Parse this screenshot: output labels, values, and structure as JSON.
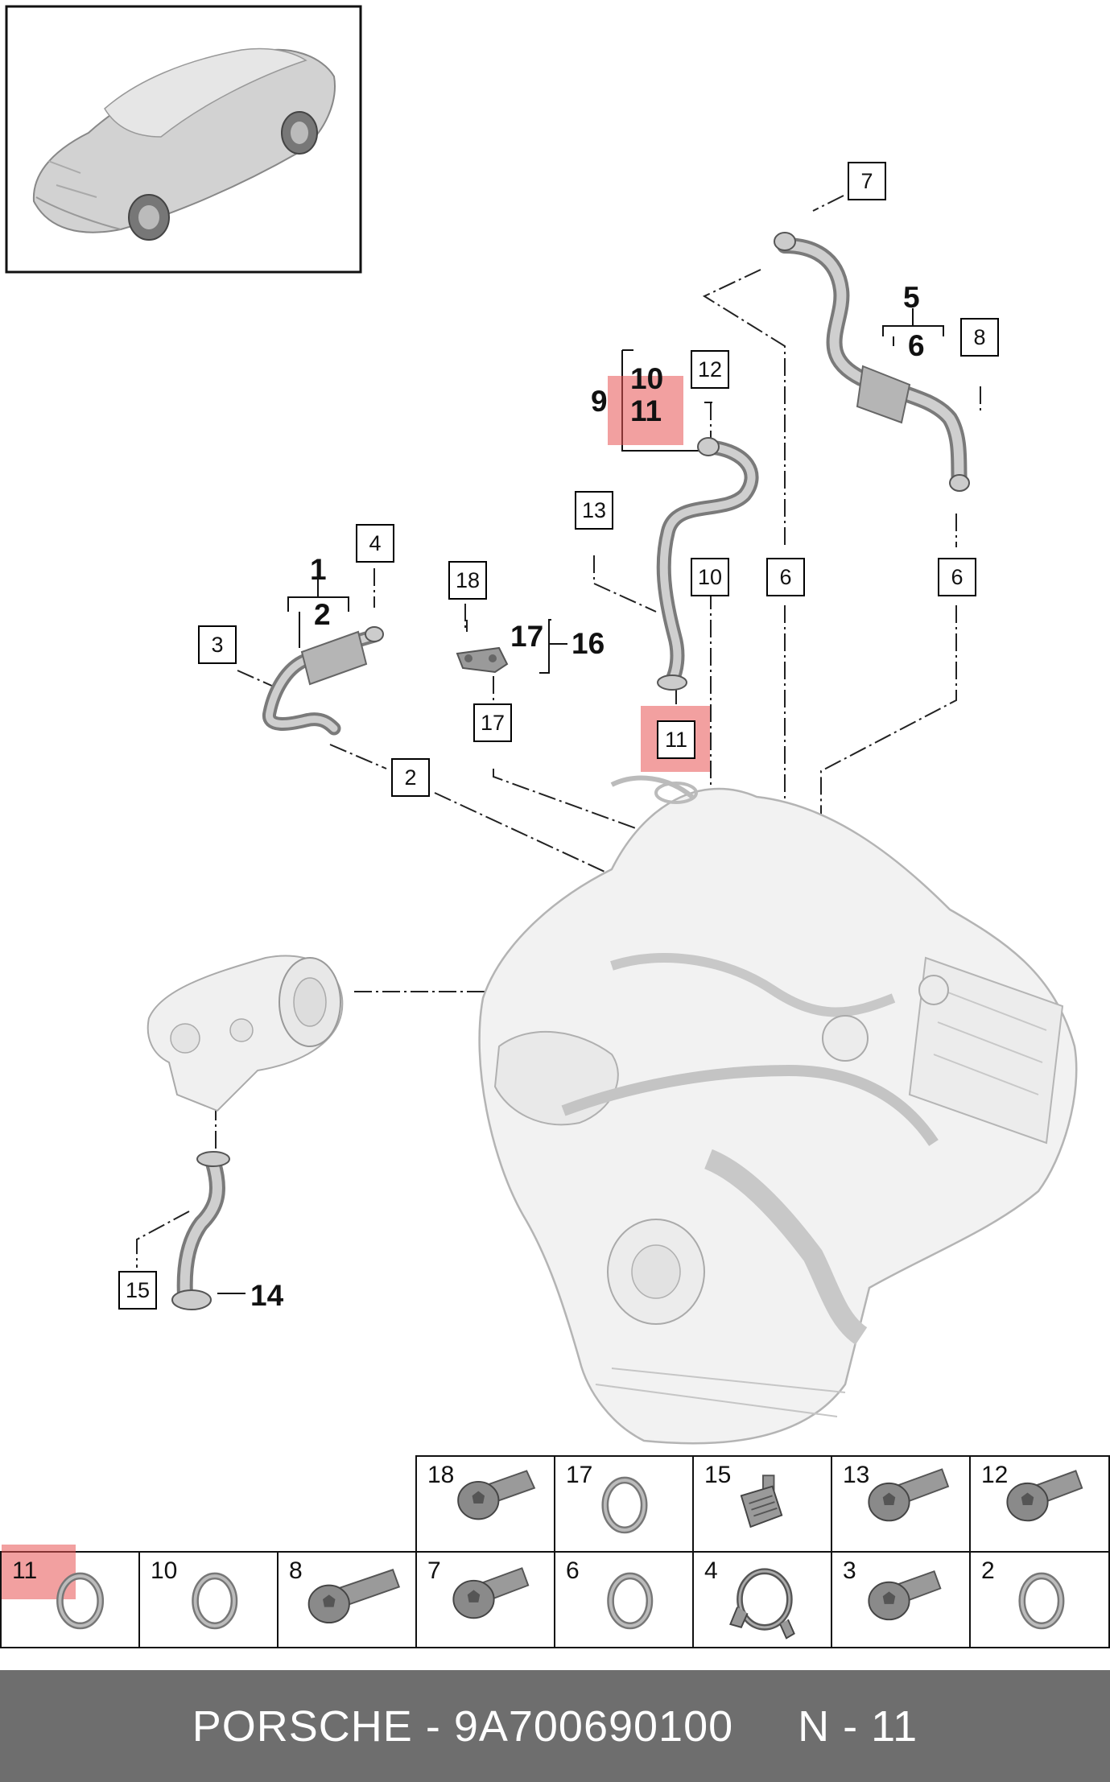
{
  "callouts": {
    "c1": "1",
    "c2": "2",
    "c3": "3",
    "c4": "4",
    "c5": "5",
    "c6a": "6",
    "c6b": "6",
    "c6c": "6",
    "c7": "7",
    "c8": "8",
    "c9": "9",
    "c10a": "10",
    "c10b": "10",
    "c11a": "11",
    "c11b": "11",
    "c12": "12",
    "c13": "13",
    "c14": "14",
    "c15": "15",
    "c16": "16",
    "c17a": "17",
    "c17b": "17",
    "c18": "18",
    "c2b": "2"
  },
  "parts_table": {
    "top_row": [
      {
        "num": "18",
        "icon": "torx-bolt-icon"
      },
      {
        "num": "17",
        "icon": "o-ring-icon"
      },
      {
        "num": "15",
        "icon": "banjo-bolt-icon"
      },
      {
        "num": "13",
        "icon": "torx-bolt-icon"
      },
      {
        "num": "12",
        "icon": "torx-bolt-icon"
      }
    ],
    "bottom_row": [
      {
        "num": "11",
        "icon": "o-ring-icon"
      },
      {
        "num": "10",
        "icon": "o-ring-icon"
      },
      {
        "num": "8",
        "icon": "torx-bolt-long-icon"
      },
      {
        "num": "7",
        "icon": "torx-bolt-icon"
      },
      {
        "num": "6",
        "icon": "o-ring-icon"
      },
      {
        "num": "4",
        "icon": "hose-clamp-icon"
      },
      {
        "num": "3",
        "icon": "torx-bolt-icon"
      },
      {
        "num": "2",
        "icon": "o-ring-icon"
      }
    ]
  },
  "footer": {
    "brand": "PORSCHE",
    "separator": " - ",
    "part_number": "9A700690100",
    "gap": "     ",
    "position_code": "N - 11"
  },
  "highlight_color": "#e85252"
}
